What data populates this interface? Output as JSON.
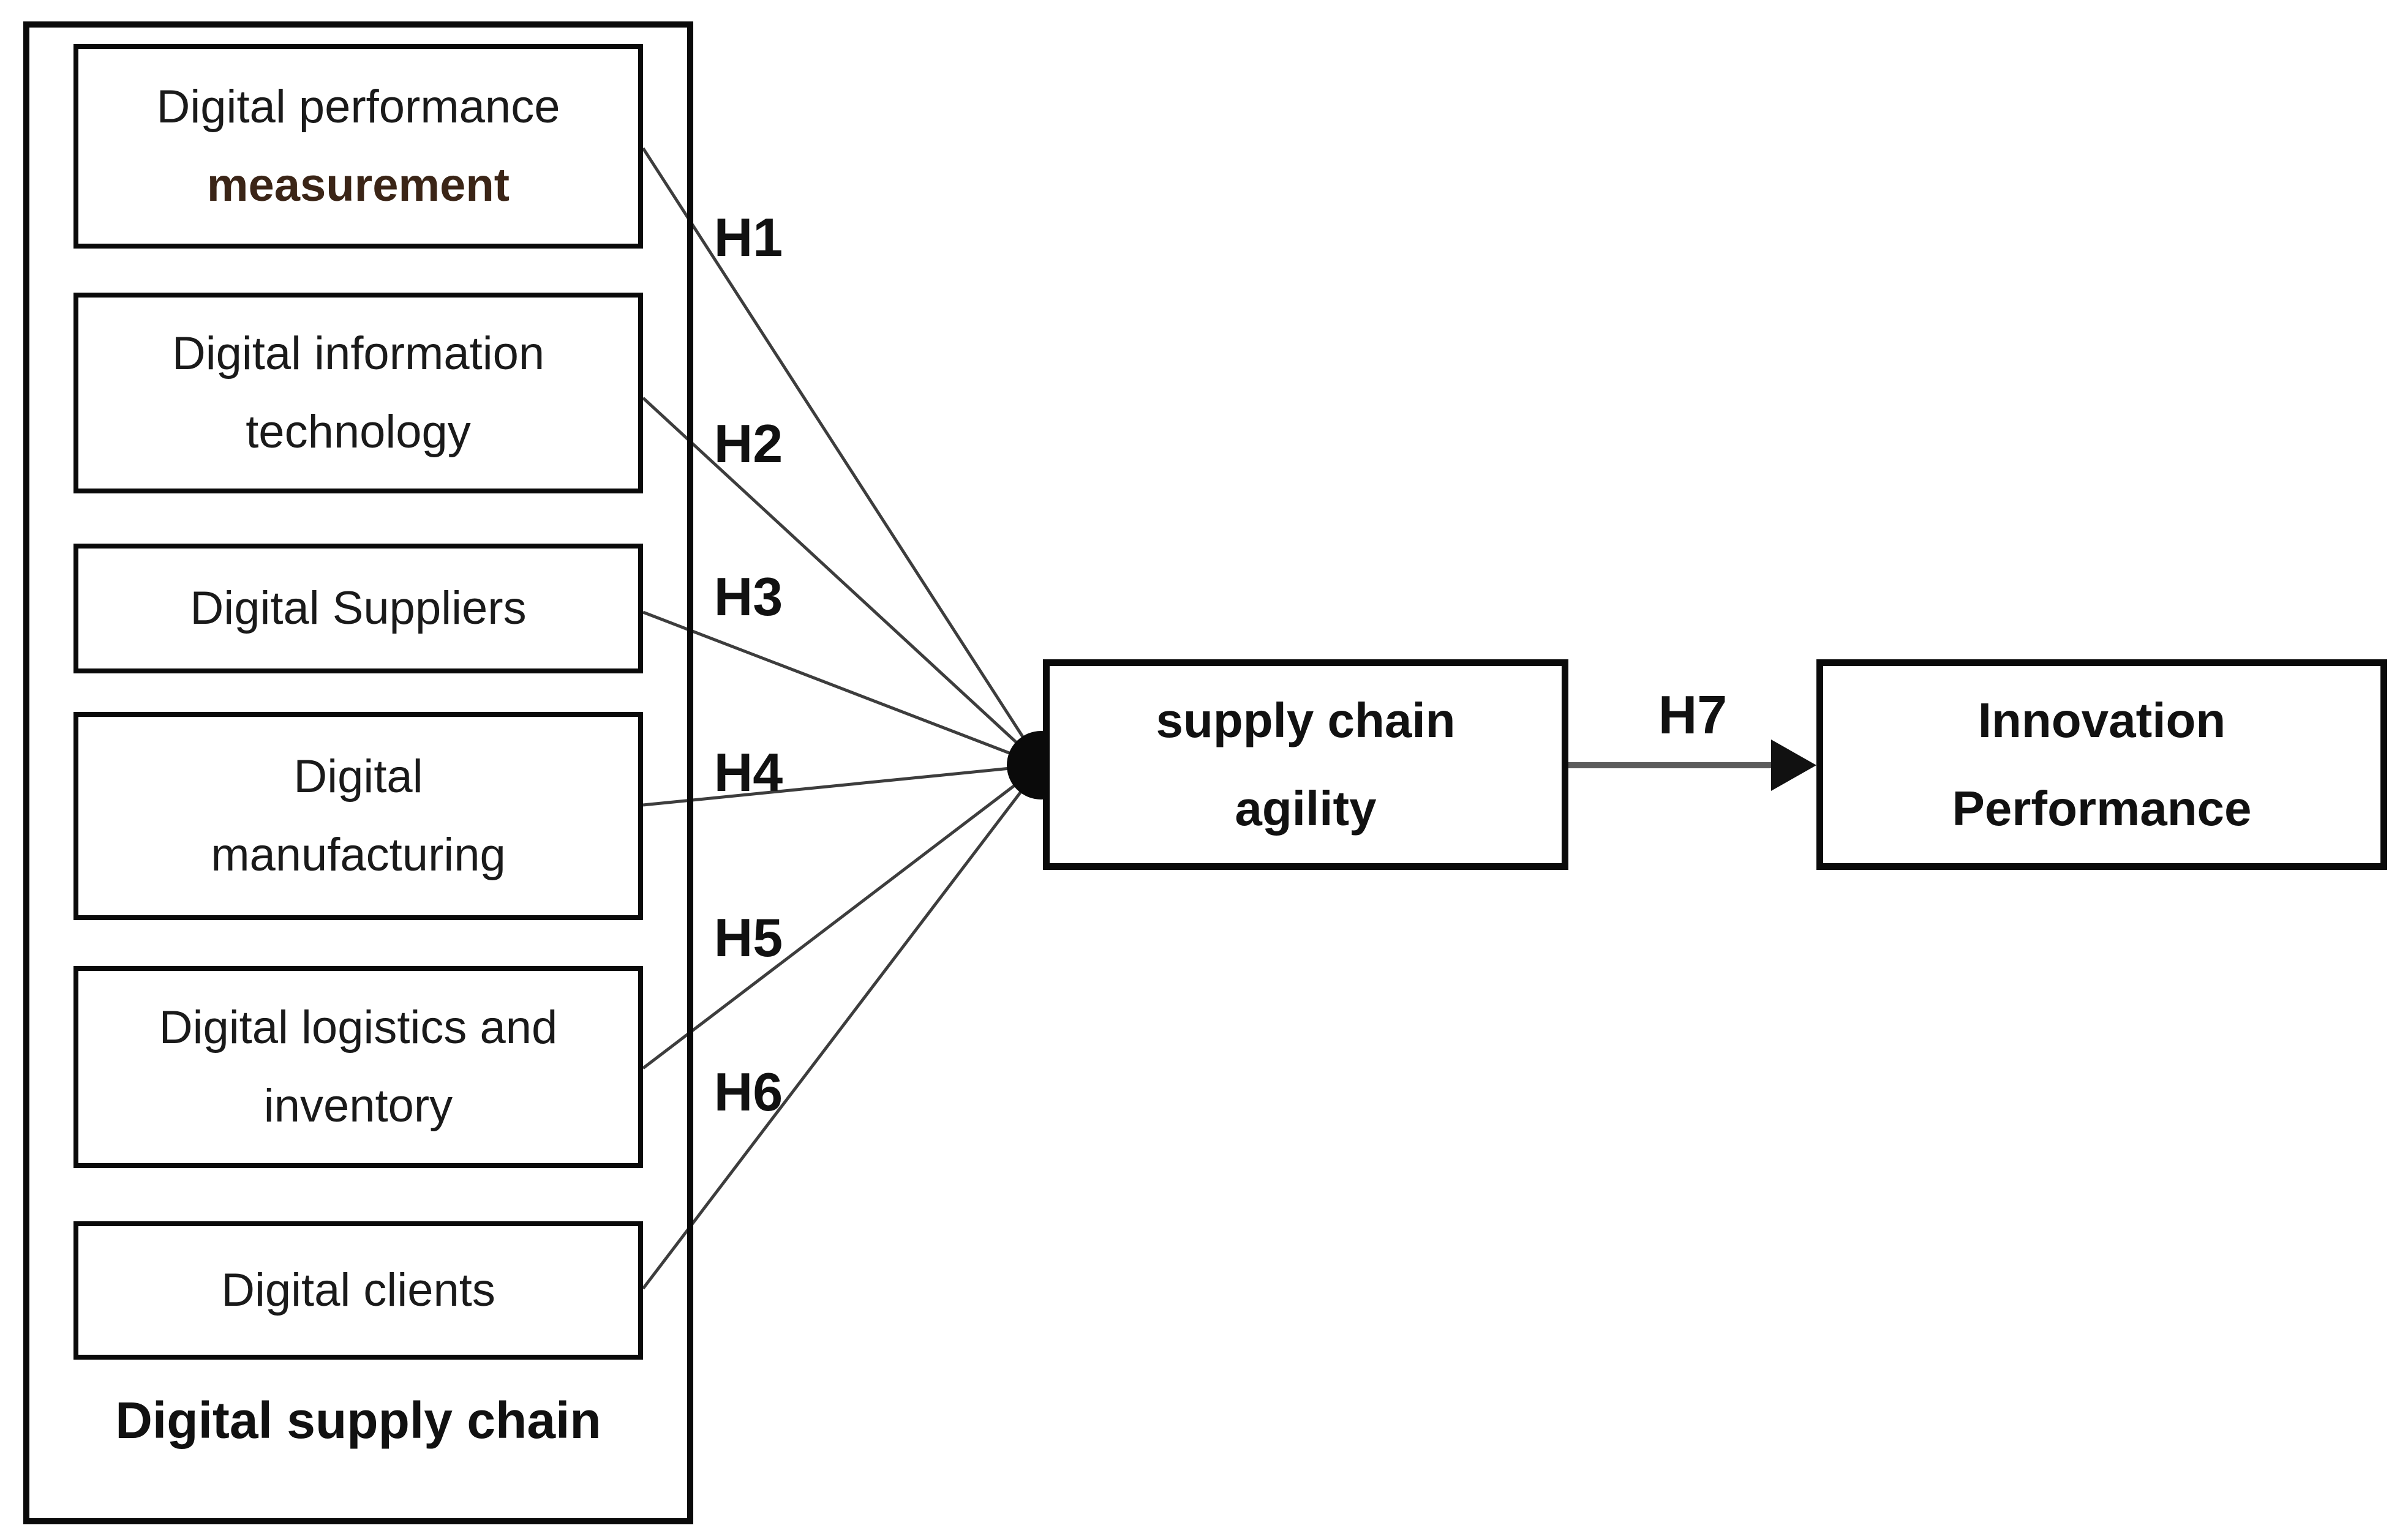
{
  "figure": {
    "group_caption": "Digital supply chain",
    "source_boxes": [
      {
        "lines": [
          "Digital performance",
          "measurement"
        ]
      },
      {
        "lines": [
          "Digital information",
          "technology"
        ]
      },
      {
        "lines": [
          "Digital Suppliers"
        ]
      },
      {
        "lines": [
          "Digital",
          "manufacturing"
        ]
      },
      {
        "lines": [
          "Digital logistics and",
          "inventory"
        ]
      },
      {
        "lines": [
          "Digital clients"
        ]
      }
    ],
    "mediator": {
      "lines": [
        "supply chain",
        "agility"
      ]
    },
    "outcome": {
      "lines": [
        "Innovation",
        "Performance"
      ]
    },
    "hypotheses": {
      "h1": "H1",
      "h2": "H2",
      "h3": "H3",
      "h4": "H4",
      "h5": "H5",
      "h6": "H6",
      "h7": "H7"
    },
    "edges": [
      {
        "from": "Digital performance measurement",
        "to": "supply chain agility",
        "label": "H1"
      },
      {
        "from": "Digital information technology",
        "to": "supply chain agility",
        "label": "H2"
      },
      {
        "from": "Digital Suppliers",
        "to": "supply chain agility",
        "label": "H3"
      },
      {
        "from": "Digital manufacturing",
        "to": "supply chain agility",
        "label": "H4"
      },
      {
        "from": "Digital logistics and inventory",
        "to": "supply chain agility",
        "label": "H5"
      },
      {
        "from": "Digital clients",
        "to": "supply chain agility",
        "label": "H6"
      },
      {
        "from": "supply chain agility",
        "to": "Innovation Performance",
        "label": "H7"
      }
    ],
    "colors": {
      "measurement_text": "#3b2517",
      "box_border": "#0a0a0a",
      "connector_line": "#3d3d3d",
      "h7_connector": "#5c5c5c",
      "arrowhead": "#111111"
    }
  }
}
